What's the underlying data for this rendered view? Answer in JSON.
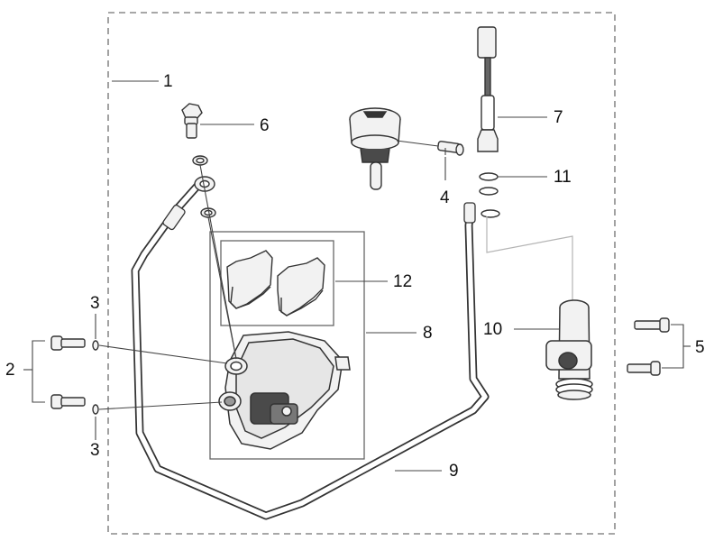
{
  "callouts": {
    "c1": "1",
    "c2": "2",
    "c3_top": "3",
    "c3_bottom": "3",
    "c4": "4",
    "c5": "5",
    "c6": "6",
    "c7": "7",
    "c8": "8",
    "c9": "9",
    "c10": "10",
    "c11": "11",
    "c12": "12"
  },
  "colors": {
    "line": "#555555",
    "part_fill": "#f2f2f2",
    "part_dark": "#3a3a3a",
    "dashed_box": "#888888"
  }
}
